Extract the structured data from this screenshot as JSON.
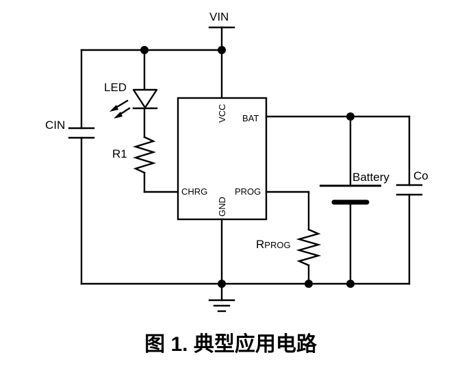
{
  "labels": {
    "vin": "VIN",
    "led": "LED",
    "cin": "CIN",
    "r1": "R1",
    "rprog_main": "R",
    "rprog_sub": "PROG",
    "battery": "Battery",
    "co": "Co"
  },
  "pins": {
    "vcc": "VCC",
    "bat": "BAT",
    "chrg": "CHRG",
    "prog": "PROG",
    "gnd": "GND"
  },
  "caption": "图 1. 典型应用电路"
}
